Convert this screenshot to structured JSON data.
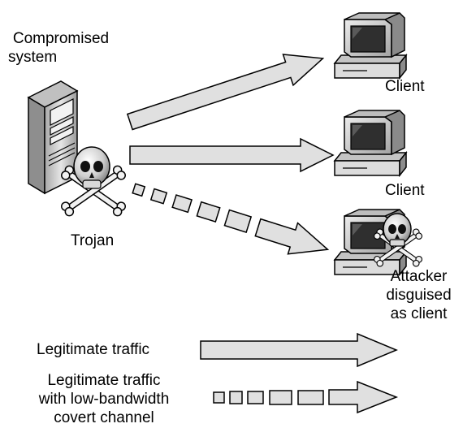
{
  "labels": {
    "compromised_system": [
      "Compromised",
      "system"
    ],
    "trojan": "Trojan",
    "client_1": "Client",
    "client_2": "Client",
    "attacker": [
      "Attacker",
      "disguised",
      "as client"
    ]
  },
  "legend": {
    "legit": "Legitimate traffic",
    "covert": [
      "Legitimate traffic",
      "with low-bandwidth",
      "covert channel"
    ]
  },
  "colors": {
    "arrow_fill": "#e0e0e0",
    "stroke": "#000000",
    "computer_body": "#d7d7d7",
    "computer_dark": "#8a8a8a",
    "screen": "#2f2f2f"
  }
}
